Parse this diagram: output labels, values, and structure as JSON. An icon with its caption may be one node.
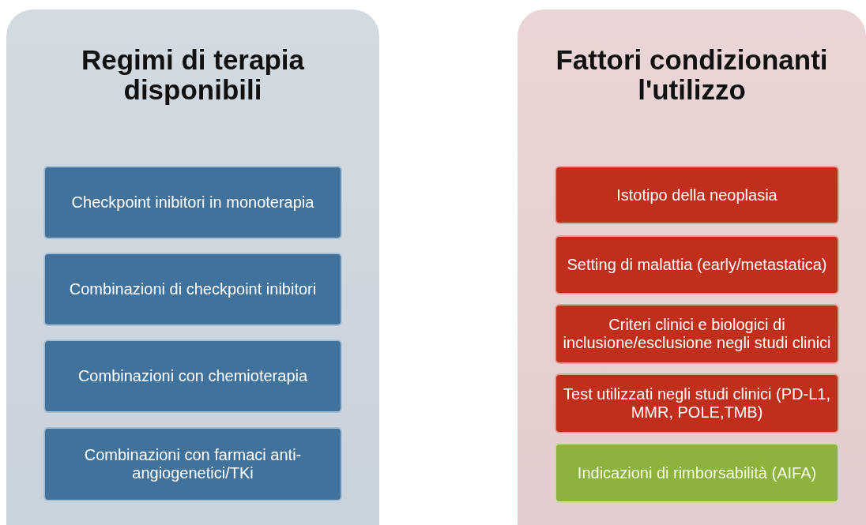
{
  "diagram": {
    "nodes": [
      {
        "text": [
          "Regimi di terapia disponibili"
        ]
      },
      {
        "text": [
          "Checkpoint inibitori in monoterapia"
        ],
        "in": 0
      },
      {
        "text": [
          "Combinazioni di checkpoint inibitori"
        ],
        "in": 0
      },
      {
        "text": [
          "Combinazioni con chemioterapia"
        ],
        "in": 0
      },
      {
        "text": [
          "Combinazioni con farmaci anti-angiogenetici/TKi"
        ],
        "in": 0
      },
      {
        "text": [
          "Fattori condizionanti l'utilizzo"
        ]
      },
      {
        "text": [
          "Istotipo della neoplasia"
        ],
        "in": 5
      },
      {
        "text": [
          "Setting di malattia (early/metastatica)"
        ],
        "in": 5
      },
      {
        "text": [
          "Criteri clinici e biologici di inclusione/esclusione negli studi clinici"
        ],
        "in": 5
      },
      {
        "text": [
          "Test utilizzati negli studi clinici (PD-L1, MMR, POLE,TMB)"
        ],
        "in": 5
      },
      {
        "text": [
          "Indicazioni di rimborsabilità (AIFA)"
        ],
        "in": 5
      }
    ]
  }
}
